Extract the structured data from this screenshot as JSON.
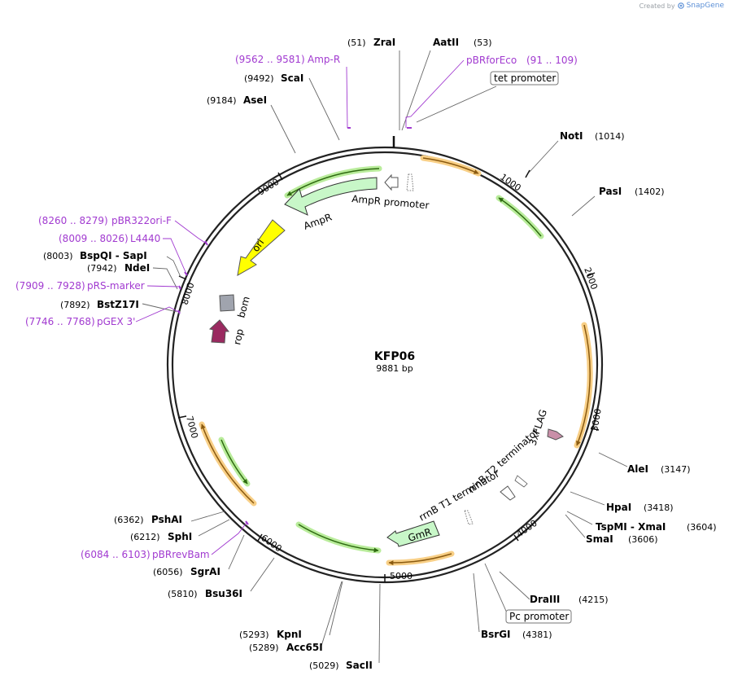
{
  "credit": {
    "prefix": "Created by",
    "brand": "SnapGene"
  },
  "plasmid": {
    "name": "KFP06",
    "length": 9881,
    "length_label": "9881 bp"
  },
  "ticks": [
    {
      "pos": 1000,
      "label": "1000"
    },
    {
      "pos": 2000,
      "label": "2000"
    },
    {
      "pos": 3000,
      "label": "3000"
    },
    {
      "pos": 4000,
      "label": "4000"
    },
    {
      "pos": 5000,
      "label": "5000"
    },
    {
      "pos": 6000,
      "label": "6000"
    },
    {
      "pos": 7000,
      "label": "7000"
    },
    {
      "pos": 8000,
      "label": "8000"
    },
    {
      "pos": 9000,
      "label": "9000"
    }
  ],
  "sites": [
    {
      "name": "ZraI",
      "pos": 51,
      "pos_label": "(51)"
    },
    {
      "name": "AatII",
      "pos": 53,
      "pos_label": "(53)"
    },
    {
      "name": "NotI",
      "pos": 1014,
      "pos_label": "(1014)"
    },
    {
      "name": "PasI",
      "pos": 1402,
      "pos_label": "(1402)"
    },
    {
      "name": "AleI",
      "pos": 3147,
      "pos_label": "(3147)"
    },
    {
      "name": "HpaI",
      "pos": 3418,
      "pos_label": "(3418)"
    },
    {
      "name": "TspMI - XmaI",
      "pos": 3604,
      "pos_label": "(3604)"
    },
    {
      "name": "SmaI",
      "pos": 3606,
      "pos_label": "(3606)"
    },
    {
      "name": "DraIII",
      "pos": 4215,
      "pos_label": "(4215)"
    },
    {
      "name": "BsrGI",
      "pos": 4381,
      "pos_label": "(4381)"
    },
    {
      "name": "SacII",
      "pos": 5029,
      "pos_label": "(5029)"
    },
    {
      "name": "Acc65I",
      "pos": 5289,
      "pos_label": "(5289)"
    },
    {
      "name": "KpnI",
      "pos": 5293,
      "pos_label": "(5293)"
    },
    {
      "name": "Bsu36I",
      "pos": 5810,
      "pos_label": "(5810)"
    },
    {
      "name": "SgrAI",
      "pos": 6056,
      "pos_label": "(6056)"
    },
    {
      "name": "SphI",
      "pos": 6212,
      "pos_label": "(6212)"
    },
    {
      "name": "PshAI",
      "pos": 6362,
      "pos_label": "(6362)"
    },
    {
      "name": "BstZ17I",
      "pos": 7892,
      "pos_label": "(7892)"
    },
    {
      "name": "NdeI",
      "pos": 7942,
      "pos_label": "(7942)"
    },
    {
      "name": "BspQI - SapI",
      "pos": 8003,
      "pos_label": "(8003)"
    },
    {
      "name": "AseI",
      "pos": 9184,
      "pos_label": "(9184)"
    },
    {
      "name": "ScaI",
      "pos": 9492,
      "pos_label": "(9492)"
    }
  ],
  "primers": [
    {
      "name": "Amp-R",
      "range": "(9562 .. 9581)",
      "start": 9562,
      "end": 9581
    },
    {
      "name": "pBRforEco",
      "range": "(91 .. 109)",
      "start": 91,
      "end": 109
    },
    {
      "name": "pBR322ori-F",
      "range": "(8260 .. 8279)",
      "start": 8260,
      "end": 8279
    },
    {
      "name": "L4440",
      "range": "(8009 .. 8026)",
      "start": 8009,
      "end": 8026
    },
    {
      "name": "pRS-marker",
      "range": "(7909 .. 7928)",
      "start": 7909,
      "end": 7928
    },
    {
      "name": "pGEX 3'",
      "range": "(7746 .. 7768)",
      "start": 7746,
      "end": 7768
    },
    {
      "name": "pBRrevBam",
      "range": "(6084 .. 6103)",
      "start": 6084,
      "end": 6103
    }
  ],
  "boxed_labels": [
    {
      "name": "tet promoter"
    },
    {
      "name": "Pc promoter"
    }
  ],
  "features": [
    {
      "name": "AmpR",
      "color": "#c8f7c8"
    },
    {
      "name": "AmpR promoter",
      "color": "#ffffff"
    },
    {
      "name": "ori",
      "color": "#ffff00"
    },
    {
      "name": "bom",
      "color": "#a0a4ae"
    },
    {
      "name": "rop",
      "color": "#9a2a60"
    },
    {
      "name": "GmR",
      "color": "#c8f7c8"
    },
    {
      "name": "3xFLAG",
      "color": "#c98fa8"
    },
    {
      "name": "rrnB T2 terminator",
      "color": "#ffffff"
    },
    {
      "name": "rrnB T1 terminator",
      "color": "#ffffff"
    }
  ],
  "colors": {
    "primer": "#a13ad0",
    "orf_orange": "#f5a623",
    "orf_green": "#66c23a",
    "backbone": "#222222"
  }
}
